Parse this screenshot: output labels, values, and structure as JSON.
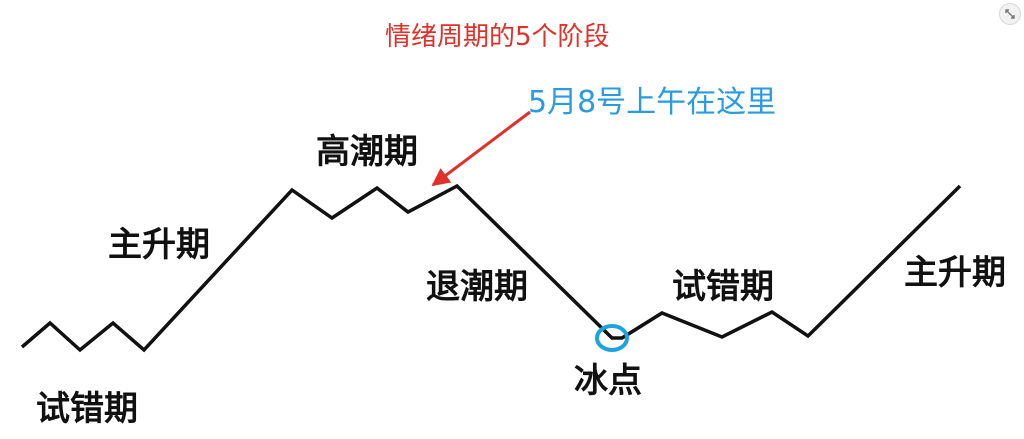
{
  "title": "情绪周期的5个阶段",
  "annotation": "5月8号上午在这里",
  "phases": {
    "trial_1": "试错期",
    "main_rise_1": "主升期",
    "peak": "高潮期",
    "ebb": "退潮期",
    "ice_point": "冰点",
    "trial_2": "试错期",
    "main_rise_2": "主升期"
  },
  "icons": {
    "corner": "expand-icon"
  },
  "colors": {
    "title": "#e0302a",
    "annotation": "#2a9be0",
    "arrow": "#e0302a",
    "line": "#111111",
    "marker": "#1aa3e0"
  }
}
